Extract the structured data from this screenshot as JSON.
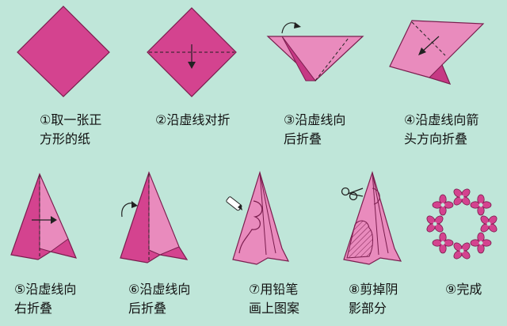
{
  "steps": [
    {
      "lines": [
        "①取一张正",
        "方形的纸"
      ]
    },
    {
      "lines": [
        "②沿虚线对折"
      ]
    },
    {
      "lines": [
        "③沿虚线向",
        "后折叠"
      ]
    },
    {
      "lines": [
        "④沿虚线向箭",
        "头方向折叠"
      ]
    },
    {
      "lines": [
        "⑤沿虚线向",
        "右折叠"
      ]
    },
    {
      "lines": [
        "⑥沿虚线向",
        "后折叠"
      ]
    },
    {
      "lines": [
        "⑦用铅笔",
        "画上图案"
      ]
    },
    {
      "lines": [
        "⑧剪掉阴",
        "影部分"
      ]
    },
    {
      "lines": [
        "⑨完成"
      ]
    }
  ],
  "colors": {
    "background": "#bfe6d9",
    "paper_main": "#d4438f",
    "paper_light": "#e98bbd",
    "paper_edge": "#7a1d4e"
  }
}
